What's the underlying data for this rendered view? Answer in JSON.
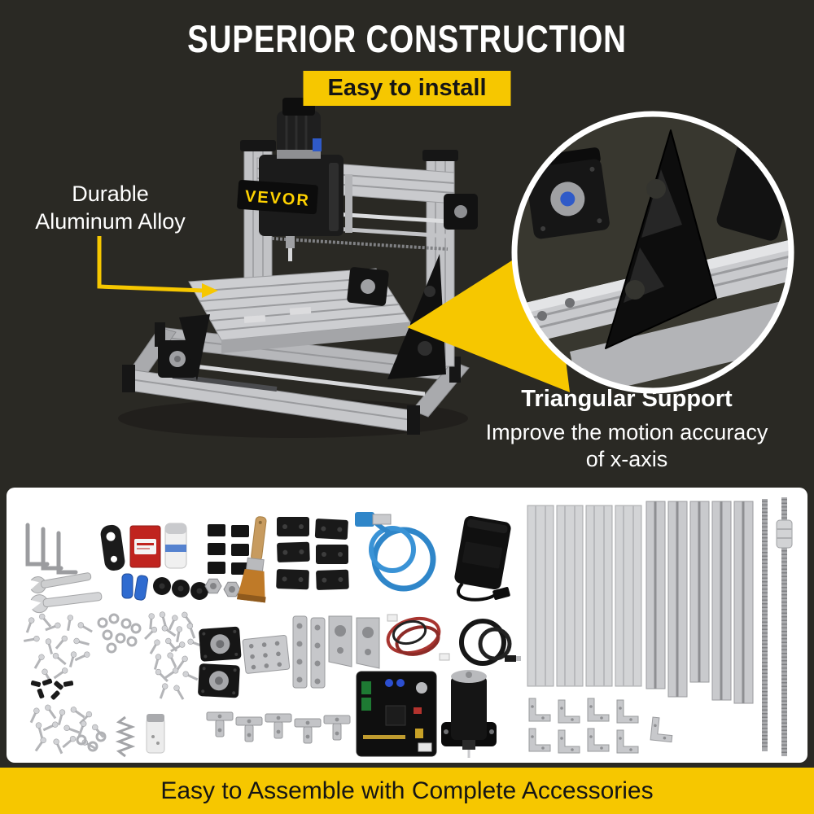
{
  "colors": {
    "background": "#2a2924",
    "accent": "#f6c700",
    "panel": "#ffffff",
    "brand-yellow": "#ffd200"
  },
  "header": {
    "title": "SUPERIOR CONSTRUCTION",
    "badge": "Easy to install"
  },
  "machine": {
    "brand": "VEVOR"
  },
  "callouts": {
    "left": {
      "line1": "Durable",
      "line2": "Aluminum Alloy"
    },
    "right": {
      "title": "Triangular Support",
      "line1": "Improve the motion accuracy",
      "line2": "of x-axis"
    }
  },
  "accessories_panel": {
    "items": [
      "hex key set",
      "open-end wrenches",
      "eccentric spanner",
      "engraving bits box",
      "bits container",
      "blue shaft couplers",
      "plastic discs",
      "rubber pads",
      "hex nuts",
      "cleaning brush",
      "black mounting brackets",
      "usb cable",
      "power adapter",
      "stepper motor cables",
      "power cord",
      "aluminum bed slats",
      "aluminum frame profiles",
      "lead screws with coupler",
      "screws",
      "washers",
      "nuts",
      "plastic spacers",
      "stepper motors",
      "drilled mounting plate",
      "mounting strips",
      "angle plates",
      "control board",
      "spindle motor with mount",
      "corner brackets",
      "spring",
      "parts vial",
      "t-shaped plates"
    ]
  },
  "footer": {
    "text": "Easy to Assemble with Complete Accessories"
  }
}
